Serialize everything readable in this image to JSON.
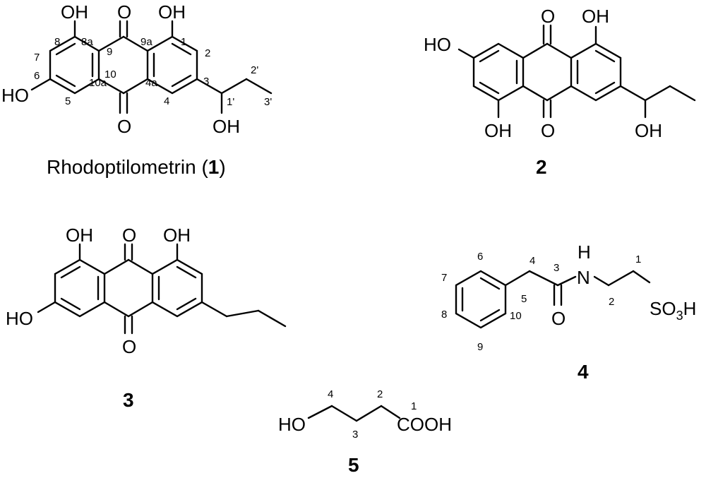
{
  "atoms": {
    "oh": "OH",
    "ho": "HO",
    "o": "O",
    "h": "H",
    "n": "N",
    "s": "S",
    "so3_o": "O",
    "sub3": "3",
    "so3_h": "H",
    "cooh": "COOH"
  },
  "compound1": {
    "name": "Rhodoptilometrin (",
    "bold_num": "1",
    "close": ")",
    "locants": [
      "8",
      "8a",
      "9",
      "9a",
      "1",
      "2",
      "7",
      "3",
      "6",
      "10a",
      "10",
      "4a",
      "2'",
      "5",
      "4",
      "1'",
      "3'"
    ]
  },
  "compound2": {
    "label": "2"
  },
  "compound3": {
    "label": "3"
  },
  "compound4": {
    "label": "4",
    "locants": [
      "6",
      "4",
      "3",
      "1",
      "7",
      "5",
      "2",
      "8",
      "10",
      "9"
    ]
  },
  "compound5": {
    "label": "5",
    "locants": [
      "4",
      "2",
      "1",
      "3"
    ]
  }
}
